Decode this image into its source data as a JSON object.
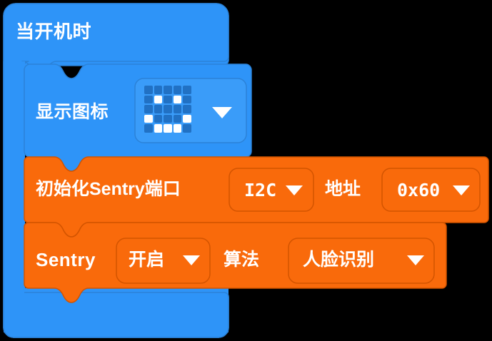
{
  "theme": {
    "canvas_bg": "#000000",
    "event_block_color": "#2e94f8",
    "event_block_border": "#2b82d8",
    "sensor_block_color": "#f96a0b",
    "sensor_block_border": "#d35400",
    "field_bg_blue": "#2e94f8",
    "field_border_blue": "#2b82d8",
    "field_bg_orange": "#f96a0b",
    "field_border_orange": "#d35400",
    "text_color": "#ffffff",
    "led_off_color": "#2171c4",
    "led_on_color": "#ffffff"
  },
  "workspace": {
    "script": {
      "hat_block": {
        "name": "on-start",
        "label": "当开机时"
      },
      "blocks": [
        {
          "name": "show-icon",
          "kind": "basic",
          "label": "显示图标",
          "color": "#2e94f8",
          "field": {
            "name": "icon-matrix",
            "kind": "matrix-dropdown",
            "rows": 5,
            "cols": 5,
            "value": "IconNames.Happy",
            "pattern": [
              [
                0,
                0,
                0,
                0,
                0
              ],
              [
                0,
                1,
                0,
                1,
                0
              ],
              [
                0,
                0,
                0,
                0,
                0
              ],
              [
                1,
                0,
                0,
                0,
                1
              ],
              [
                0,
                1,
                1,
                1,
                0
              ]
            ],
            "dropdown_icon": "chevron-down-icon"
          }
        },
        {
          "name": "sentry-init-port",
          "kind": "sentry",
          "color": "#f96a0b",
          "label": "初始化Sentry端口",
          "fields": [
            {
              "name": "port",
              "kind": "dropdown",
              "value": "I2C",
              "font": "mono",
              "dropdown_icon": "chevron-down-icon"
            }
          ],
          "secondary_label": "地址",
          "fields2": [
            {
              "name": "address",
              "kind": "dropdown",
              "value": "0x60",
              "font": "mono",
              "dropdown_icon": "chevron-down-icon"
            }
          ]
        },
        {
          "name": "sentry-set-algorithm",
          "kind": "sentry",
          "color": "#f96a0b",
          "label": "Sentry",
          "fields": [
            {
              "name": "enable-state",
              "kind": "dropdown",
              "value": "开启",
              "font": "cn",
              "dropdown_icon": "chevron-down-icon"
            }
          ],
          "secondary_label": "算法",
          "fields2": [
            {
              "name": "algorithm",
              "kind": "dropdown",
              "value": "人脸识别",
              "font": "cn",
              "dropdown_icon": "chevron-down-icon"
            }
          ]
        }
      ]
    }
  }
}
